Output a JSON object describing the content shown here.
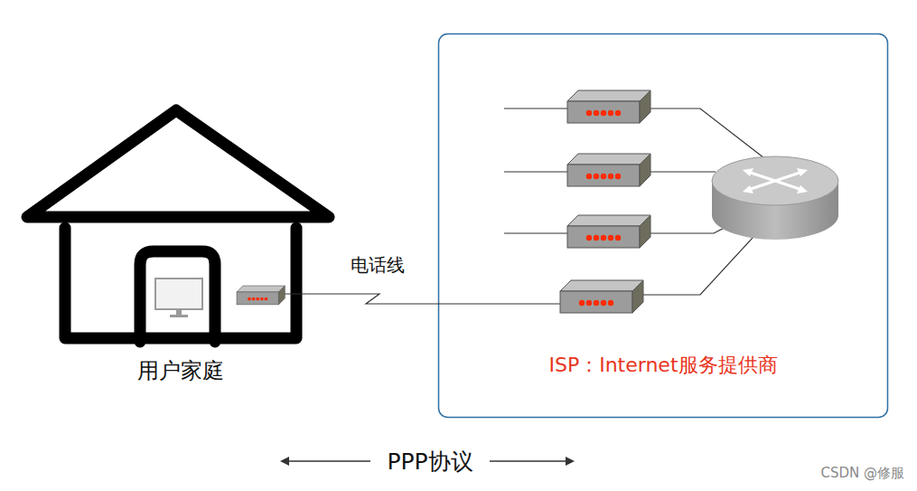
{
  "diagram": {
    "nodes": [
      {
        "text": [
          "用户家庭"
        ]
      },
      {
        "text": [
          "ISP：Internet服务提供商"
        ]
      }
    ],
    "edges": [
      {
        "from": 0,
        "to": 1,
        "arrow": "none",
        "label": "电话线"
      }
    ],
    "labels": [
      "PPP协议",
      "CSDN @修服"
    ]
  }
}
